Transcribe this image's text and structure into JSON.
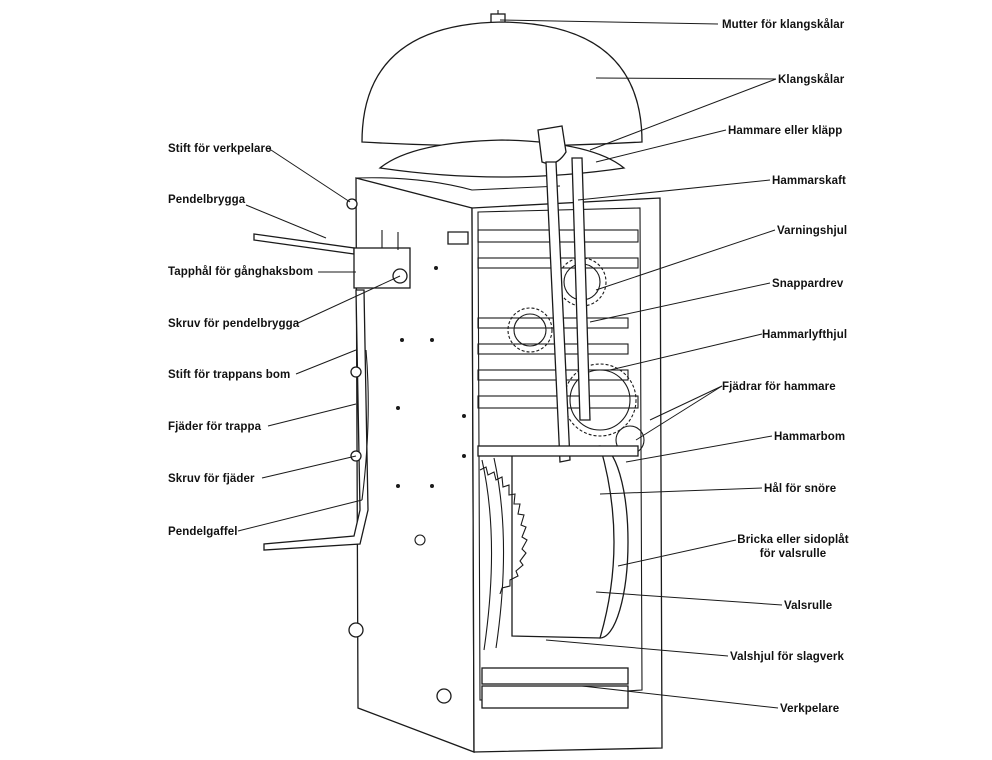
{
  "labels": {
    "mutter": "Mutter för klangskålar",
    "klangskalar": "Klangskålar",
    "hammare": "Hammare eller kläpp",
    "hammarskaft": "Hammarskaft",
    "varningshjul": "Varningshjul",
    "snappardrev": "Snappardrev",
    "hammarlyfthjul": "Hammarlyfthjul",
    "fjadrar": "Fjädrar för hammare",
    "hammarbom": "Hammarbom",
    "hal_snore": "Hål för snöre",
    "bricka_1": "Bricka eller sidoplåt",
    "bricka_2": "för valsrulle",
    "valsrulle": "Valsrulle",
    "valshjul": "Valshjul för slagverk",
    "verkpelare": "Verkpelare",
    "stift_verkpelare": "Stift för verkpelare",
    "pendelbrygga": "Pendelbrygga",
    "tapphal": "Tapphål för gånghaksbom",
    "skruv_pendelbrygga": "Skruv för pendelbrygga",
    "stift_trappans": "Stift för trappans bom",
    "fjader_trappa": "Fjäder för trappa",
    "skruv_fjader": "Skruv för fjäder",
    "pendelgaffel": "Pendelgaffel"
  }
}
